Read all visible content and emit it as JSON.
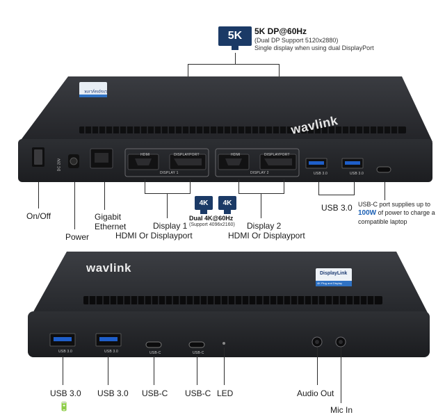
{
  "top_dock": {
    "brand": "wavlink",
    "displaylink_label": "DisplayLink",
    "power_spec": "DC 20V",
    "hdmi1_label": "HDMI",
    "dp1_label": "DISPLAYPORT",
    "display1_label": "DISPLAY 1",
    "hdmi2_label": "HDMI",
    "dp2_label": "DISPLAYPORT",
    "display2_label": "DISPLAY 2",
    "usb_a1_label": "USB 3.0",
    "usb_a2_label": "USB 3.0"
  },
  "callouts": {
    "fivek_badge": "5K",
    "fivek_title": "5K DP@60Hz",
    "fivek_sub": "(Dual DP Support 5120x2880)",
    "fivek_desc": "Single display when using dual DisplayPort",
    "fourk_badge_1": "4K",
    "fourk_badge_2": "4K",
    "dual4k_title": "Dual 4K@60Hz",
    "dual4k_sub": "(Support 4096x2160)",
    "onoff": "On/Off",
    "power": "Power",
    "gigabit_line1": "Gigabit",
    "gigabit_line2": "Ethernet",
    "display1_line1": "Display 1",
    "display1_line2": "HDMI Or Displayport",
    "display2_line1": "Display 2",
    "display2_line2": "HDMI Or Displayport",
    "usb30": "USB 3.0",
    "usbc_note_1": "USB-C port supplies up to",
    "usbc_note_2_value": "100W",
    "usbc_note_2_rest": " of power to charge a",
    "usbc_note_3": "compatible laptop"
  },
  "bottom_dock": {
    "brand": "wavlink",
    "displaylink_label": "DisplayLink",
    "displaylink_sub": "4K Plug and Display",
    "port_usb1": "USB 3.0",
    "port_usb2": "USB 3.0",
    "port_usbc1": "USB-C",
    "port_usbc2": "USB-C"
  },
  "bottom_labels": {
    "usb1": "USB 3.0",
    "usb2": "USB 3.0",
    "usbc1": "USB-C",
    "usbc2": "USB-C",
    "led": "LED",
    "audio": "Audio Out",
    "mic": "Mic In"
  },
  "colors": {
    "accent_blue": "#1b3a66",
    "highlight_blue": "#1a5fb4",
    "dock_body": "#2b2d31"
  }
}
